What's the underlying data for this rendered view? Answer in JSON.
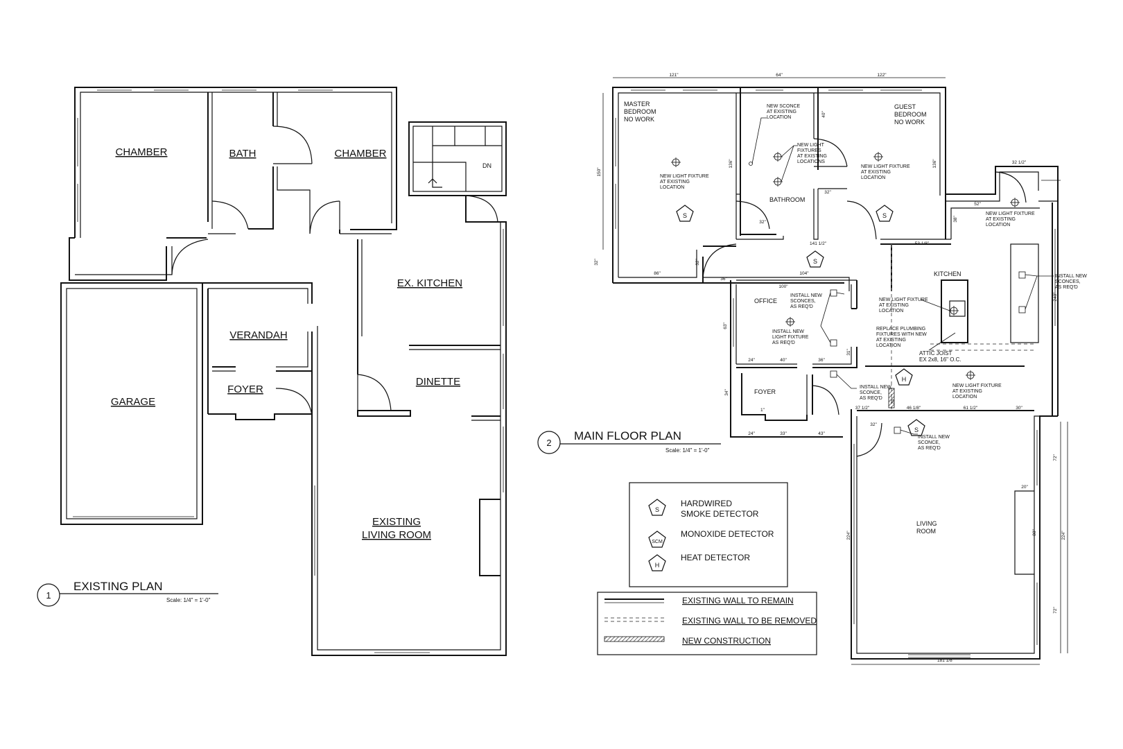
{
  "existing_plan": {
    "number": "1",
    "title": "EXISTING PLAN",
    "scale": "Scale: 1/4\" = 1'-0\"",
    "rooms": {
      "chamber_left": "CHAMBER",
      "bath": "BATH",
      "chamber_right": "CHAMBER",
      "garage": "GARAGE",
      "verandah": "VERANDAH",
      "foyer": "FOYER",
      "kitchen": "EX. KITCHEN",
      "dinette": "DINETTE",
      "living_line1": "EXISTING",
      "living_line2": "LIVING ROOM"
    },
    "stair_label": "DN"
  },
  "main_plan": {
    "number": "2",
    "title": "MAIN FLOOR PLAN",
    "scale": "Scale: 1/4\" = 1'-0\"",
    "rooms": {
      "master_1": "MASTER",
      "master_2": "BEDROOM",
      "master_3": "NO WORK",
      "guest_1": "GUEST",
      "guest_2": "BEDROOM",
      "guest_3": "NO WORK",
      "bathroom": "BATHROOM",
      "kitchen": "KITCHEN",
      "office": "OFFICE",
      "foyer": "FOYER",
      "living_1": "LIVING",
      "living_2": "ROOM"
    },
    "notes": {
      "master_fix": [
        "NEW LIGHT FIXTURE",
        "AT EXISTING",
        "LOCATION"
      ],
      "sconce": [
        "NEW SCONCE",
        "AT EXISTING",
        "LOCATION"
      ],
      "bath_fix": [
        "NEW LIGHT",
        "FIXTURES",
        "AT EXISTING",
        "LOCATIONS"
      ],
      "guest_fix": [
        "NEW LIGHT FIXTURE",
        "AT EXISTING",
        "LOCATION"
      ],
      "hall_fix": [
        "NEW LIGHT FIXTURE",
        "AT EXISTING",
        "LOCATION"
      ],
      "install_sconces_right": [
        "INSTALL NEW",
        "SCONCES,",
        "AS REQ'D"
      ],
      "kitchen_fix": [
        "NEW LIGHT FIXTURE",
        "AT EXISTING",
        "LOCATION"
      ],
      "plumbing": [
        "REPLACE PLUMBING",
        "FIXTURES WITH NEW",
        "AT EXISTING",
        "LOCATION"
      ],
      "attic_1": "ATTIC JOIST",
      "attic_2": "EX 2x8, 16\" O.C.",
      "office_sconces": [
        "INSTALL NEW",
        "SCONCES,",
        "AS REQ'D"
      ],
      "office_fix": [
        "INSTALL NEW",
        "LIGHT FIXTURE",
        "AS REQ'D"
      ],
      "foyer_sconce": [
        "INSTALL NEW",
        "SCONCE,",
        "AS REQ'D"
      ],
      "hall2_fix": [
        "NEW LIGHT FIXTURE",
        "AT EXISTING",
        "LOCATION"
      ],
      "living_sconce": [
        "INSTALL NEW",
        "SCONCE,",
        "AS REQ'D"
      ]
    },
    "dims": {
      "d121": "121\"",
      "d64": "64\"",
      "d122": "122\"",
      "d150": "150\"",
      "d136a": "136\"",
      "d136b": "136\"",
      "d40": "40\"",
      "d32a": "32\"",
      "d32b": "32\"",
      "d32c": "32\"",
      "d32d": "32\"",
      "d32e": "32\"",
      "d86": "86\"",
      "d36": "36\"",
      "d104": "104\"",
      "d1412": "141 1/2\"",
      "d5318": "53 1/8\"",
      "d3212": "32 1/2\"",
      "d52": "52\"",
      "d38": "38\"",
      "d100": "100\"",
      "d63": "63\"",
      "d24a": "24\"",
      "d24b": "24\"",
      "d40b": "40\"",
      "d36b": "36\"",
      "d31": "31\"",
      "d34": "34\"",
      "d33": "33\"",
      "d43": "43\"",
      "d3712": "37 1/2\"",
      "d4618": "46 1/8\"",
      "d6112": "61 1/2\"",
      "d30": "30\"",
      "d240": "240\"",
      "d72a": "72\"",
      "d80": "80\"",
      "d224a": "224\"",
      "d224b": "224\"",
      "d72b": "72\"",
      "d20": "20\"",
      "d18118": "181 1/8\"",
      "d24c": "24\"",
      "d1a": "1\""
    }
  },
  "legend": {
    "smoke_symbol": "S",
    "smoke_1": "HARDWIRED",
    "smoke_2": "SMOKE DETECTOR",
    "monoxide_symbol": "SCM",
    "monoxide": "MONOXIDE DETECTOR",
    "heat_symbol": "H",
    "heat": "HEAT DETECTOR",
    "remain": "EXISTING WALL TO REMAIN",
    "removed": "EXISTING WALL TO BE REMOVED",
    "new": "NEW CONSTRUCTION"
  }
}
